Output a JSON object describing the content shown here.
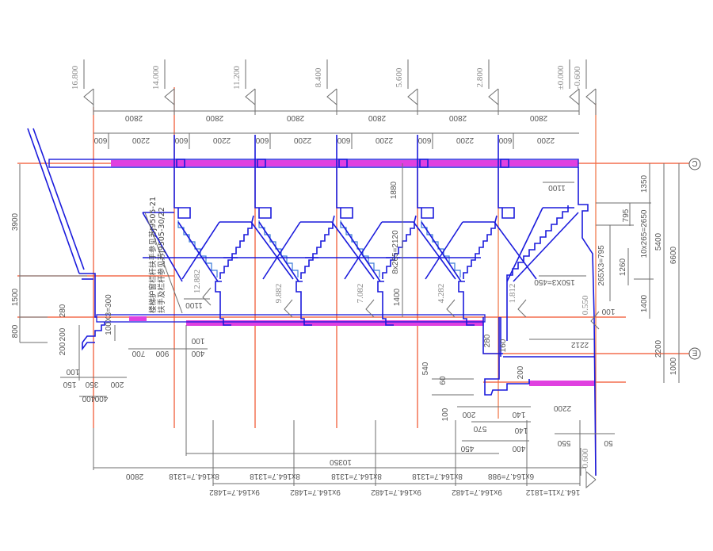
{
  "elevations": [
    "16.800",
    "14.000",
    "11.200",
    "8.400",
    "5.600",
    "2.800",
    "±0.000",
    "-0.600",
    "-0.600"
  ],
  "landing_elevations": [
    "12.882",
    "9.882",
    "7.082",
    "4.282",
    "1.812",
    "0.550"
  ],
  "top_dims": {
    "floor_height": "2800",
    "wall_600": "600",
    "span_2200": "2200"
  },
  "axes": {
    "c": "C",
    "e": "E"
  },
  "note": {
    "line1": "楼梯护窗栏杆扶手参见苏J9505-21",
    "line2": "扶手及栏杆参见苏J9505-30/22"
  },
  "left_dims": [
    "3900",
    "1500",
    "800",
    "280",
    "200",
    "200",
    "100",
    "150",
    "350",
    "200",
    "400",
    "400",
    "100X3=300",
    "700",
    "900",
    "400",
    "100",
    "1100"
  ],
  "middle_dims": [
    "1880",
    "8x265=2120",
    "1400",
    "1100",
    "150X3=450",
    "2212",
    "280",
    "160"
  ],
  "right_dims": [
    "1350",
    "795",
    "10x265=2650",
    "5400",
    "6600",
    "1260",
    "265X3=795",
    "100",
    "1400",
    "2200",
    "1000"
  ],
  "lower_right_dims": [
    "540",
    "60",
    "100",
    "200",
    "200",
    "140",
    "570",
    "140",
    "450",
    "400",
    "2200",
    "550",
    "50"
  ],
  "bottom_dims": {
    "total": "10350",
    "first": "2800",
    "row1": [
      "8x164.7=1318",
      "8x164.7=1318",
      "8x164.7=1318",
      "8x164.7=1318",
      "6x164.7=988"
    ],
    "row2": [
      "9x164.7=1482",
      "9x164.7=1482",
      "9x164.7=1482",
      "9x164.7=1482",
      "164.7x11=1812"
    ]
  }
}
